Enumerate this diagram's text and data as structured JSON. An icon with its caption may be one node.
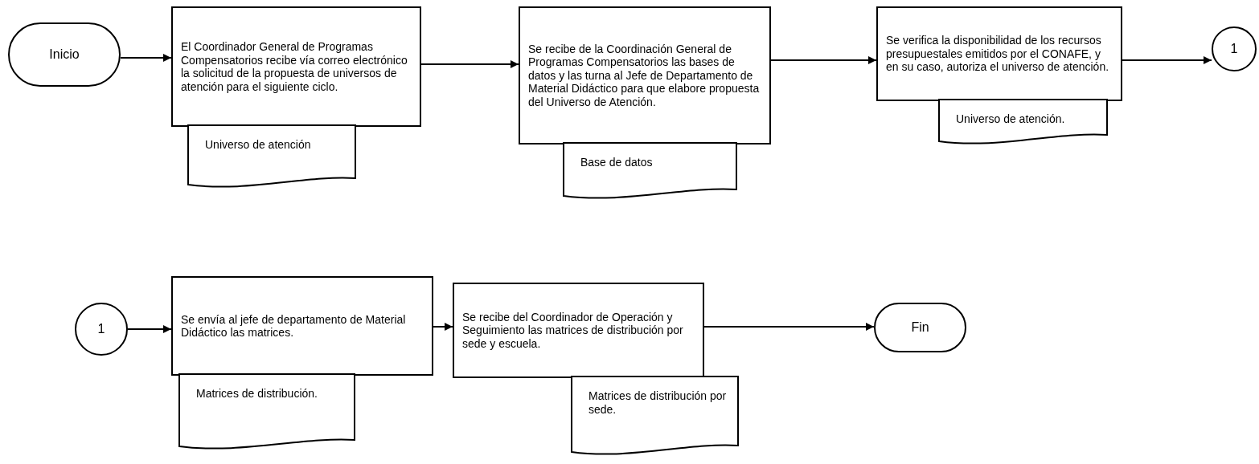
{
  "diagram": {
    "nodes": [
      {
        "text": [
          "Inicio"
        ]
      },
      {
        "text": [
          "El Coordinador General de Programas Compensatorios recibe vía correo electrónico la solicitud de la propuesta de universos de atención para el siguiente ciclo."
        ]
      },
      {
        "text": [
          "Universo de atención"
        ]
      },
      {
        "text": [
          "Se recibe de la Coordinación General de Programas Compensatorios las bases de datos y las turna al Jefe de Departamento de Material Didáctico para que elabore propuesta del Universo de Atención."
        ]
      },
      {
        "text": [
          "Base de datos"
        ]
      },
      {
        "text": [
          "Se verifica la disponibilidad de los recursos presupuestales emitidos por el CONAFE, y en su caso, autoriza el universo de atención."
        ]
      },
      {
        "text": [
          "Universo de atención."
        ]
      },
      {
        "text": [
          "1"
        ]
      },
      {
        "text": [
          "1"
        ]
      },
      {
        "text": [
          "Se envía al jefe de departamento de Material Didáctico las matrices."
        ]
      },
      {
        "text": [
          "Matrices de distribución."
        ]
      },
      {
        "text": [
          "Se recibe del Coordinador de Operación y Seguimiento las matrices de distribución por sede y escuela."
        ]
      },
      {
        "text": [
          "Matrices de distribución por sede."
        ]
      },
      {
        "text": [
          "Fin"
        ]
      }
    ],
    "edges": [
      {
        "from": 0,
        "to": 1,
        "arrow": "to"
      },
      {
        "from": 1,
        "to": 3,
        "arrow": "to"
      },
      {
        "from": 3,
        "to": 5,
        "arrow": "to"
      },
      {
        "from": 5,
        "to": 7,
        "arrow": "to"
      },
      {
        "from": 8,
        "to": 9,
        "arrow": "to"
      },
      {
        "from": 9,
        "to": 11,
        "arrow": "to"
      },
      {
        "from": 11,
        "to": 13,
        "arrow": "to"
      }
    ]
  }
}
